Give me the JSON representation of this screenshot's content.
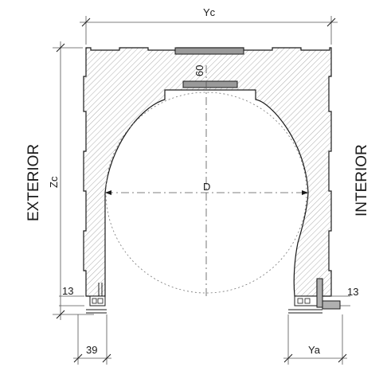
{
  "labels": {
    "width_top": "Yc",
    "height_left": "Zc",
    "diameter": "D",
    "depth_60": "60",
    "left_13": "13",
    "right_13": "13",
    "bottom_39": "39",
    "bottom_ya": "Ya",
    "exterior": "EXTERIOR",
    "interior": "INTERIOR"
  },
  "colors": {
    "line": "#1a1a1a",
    "hatch": "#8a8a8a",
    "plate": "#9a9a9a"
  }
}
